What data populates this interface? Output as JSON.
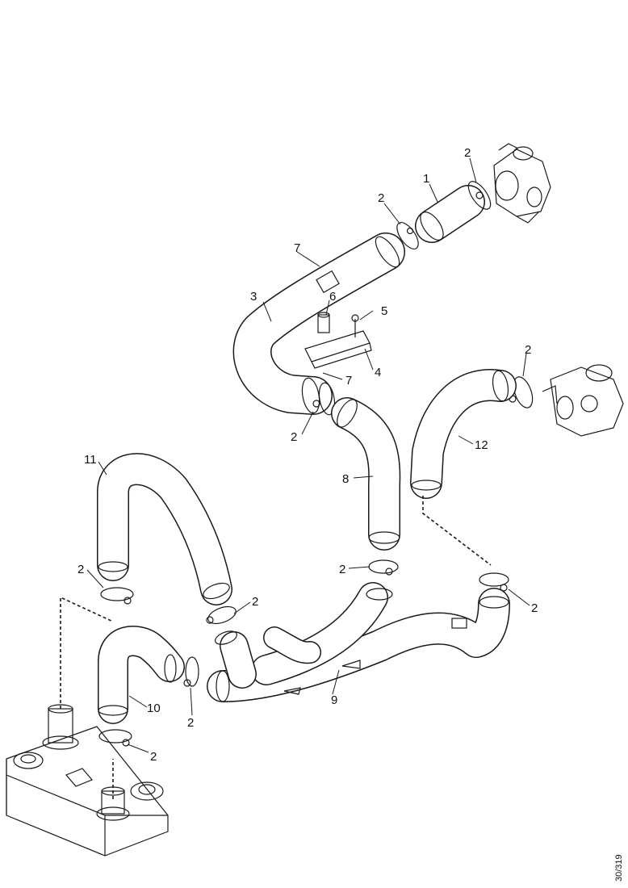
{
  "diagram": {
    "part_labels": [
      {
        "id": "l-1",
        "text": "1"
      },
      {
        "id": "l-2a",
        "text": "2"
      },
      {
        "id": "l-2b",
        "text": "2"
      },
      {
        "id": "l-3",
        "text": "3"
      },
      {
        "id": "l-4",
        "text": "4"
      },
      {
        "id": "l-5",
        "text": "5"
      },
      {
        "id": "l-6",
        "text": "6"
      },
      {
        "id": "l-7a",
        "text": "7"
      },
      {
        "id": "l-7b",
        "text": "7"
      },
      {
        "id": "l-2c",
        "text": "2"
      },
      {
        "id": "l-2d",
        "text": "2"
      },
      {
        "id": "l-12",
        "text": "12"
      },
      {
        "id": "l-8",
        "text": "8"
      },
      {
        "id": "l-11",
        "text": "11"
      },
      {
        "id": "l-2e",
        "text": "2"
      },
      {
        "id": "l-2f",
        "text": "2"
      },
      {
        "id": "l-2g",
        "text": "2"
      },
      {
        "id": "l-2h",
        "text": "2"
      },
      {
        "id": "l-9",
        "text": "9"
      },
      {
        "id": "l-10",
        "text": "10"
      },
      {
        "id": "l-2i",
        "text": "2"
      },
      {
        "id": "l-2j",
        "text": "2"
      }
    ],
    "reference_code": "30/319"
  }
}
